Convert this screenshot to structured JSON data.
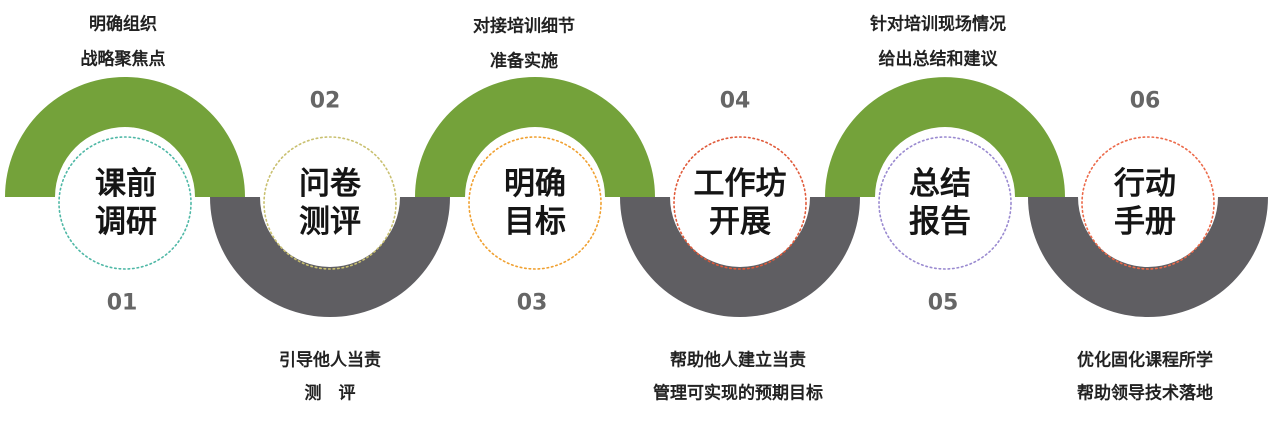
{
  "colors": {
    "green": "#74a23a",
    "gray": "#5f5e62"
  },
  "steps": [
    {
      "number": "01",
      "title_line1": "课前",
      "title_line2": "调研",
      "desc_line1": "明确组织",
      "desc_line2": "战略聚焦点",
      "ring_color": "#4fb8a6"
    },
    {
      "number": "02",
      "title_line1": "问卷",
      "title_line2": "测评",
      "desc_line1": "引导他人当责",
      "desc_line2": "测　评",
      "ring_color": "#c9c070"
    },
    {
      "number": "03",
      "title_line1": "明确",
      "title_line2": "目标",
      "desc_line1": "对接培训细节",
      "desc_line2": "准备实施",
      "ring_color": "#f0a030"
    },
    {
      "number": "04",
      "title_line1": "工作坊",
      "title_line2": "开展",
      "desc_line1": "帮助他人建立当责",
      "desc_line2": "管理可实现的预期目标",
      "ring_color": "#e05a3a"
    },
    {
      "number": "05",
      "title_line1": "总结",
      "title_line2": "报告",
      "desc_line1": "针对培训现场情况",
      "desc_line2": "给出总结和建议",
      "ring_color": "#9a8ad0"
    },
    {
      "number": "06",
      "title_line1": "行动",
      "title_line2": "手册",
      "desc_line1": "优化固化课程所学",
      "desc_line2": "帮助领导技术落地",
      "ring_color": "#ec6a4a"
    }
  ]
}
